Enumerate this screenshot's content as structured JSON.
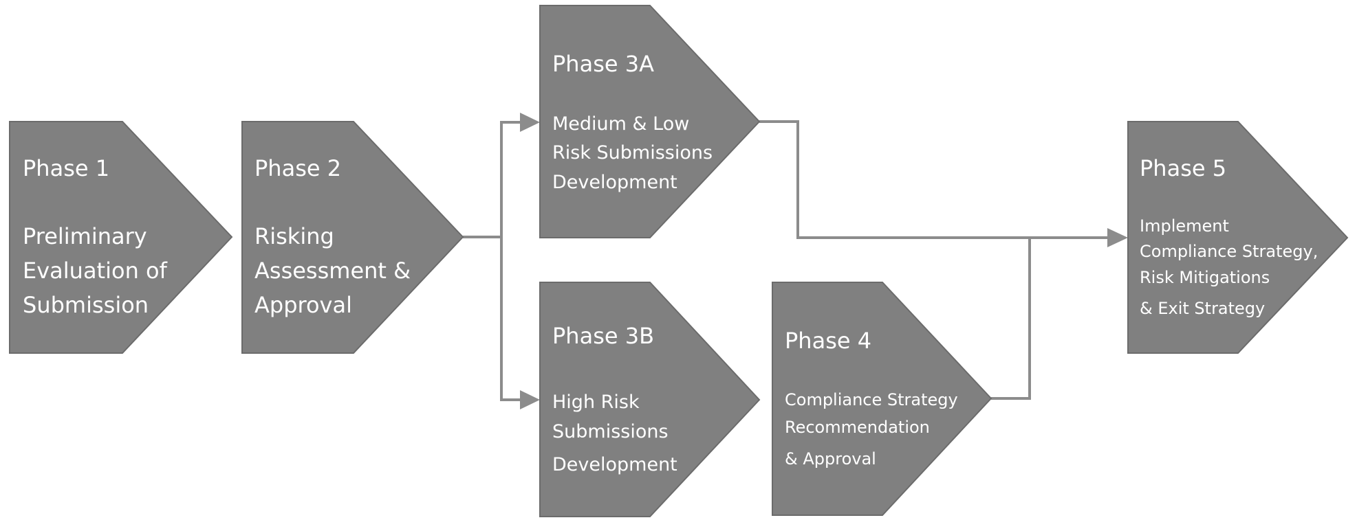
{
  "diagram": {
    "phase1": {
      "title": "Phase 1",
      "lines": [
        "Preliminary",
        "Evaluation of",
        "Submission"
      ]
    },
    "phase2": {
      "title": "Phase 2",
      "lines": [
        "Risking",
        "Assessment &",
        "Approval"
      ]
    },
    "phase3a": {
      "title": "Phase 3A",
      "lines": [
        "Medium & Low",
        "Risk Submissions",
        "Development"
      ]
    },
    "phase3b": {
      "title": "Phase 3B",
      "lines": [
        "High Risk",
        "Submissions",
        "Development"
      ]
    },
    "phase4": {
      "title": "Phase 4",
      "lines": [
        "Compliance Strategy",
        "Recommendation",
        "& Approval"
      ]
    },
    "phase5": {
      "title": "Phase 5",
      "lines": [
        "Implement",
        "Compliance Strategy,",
        "Risk Mitigations",
        "& Exit Strategy"
      ]
    }
  }
}
